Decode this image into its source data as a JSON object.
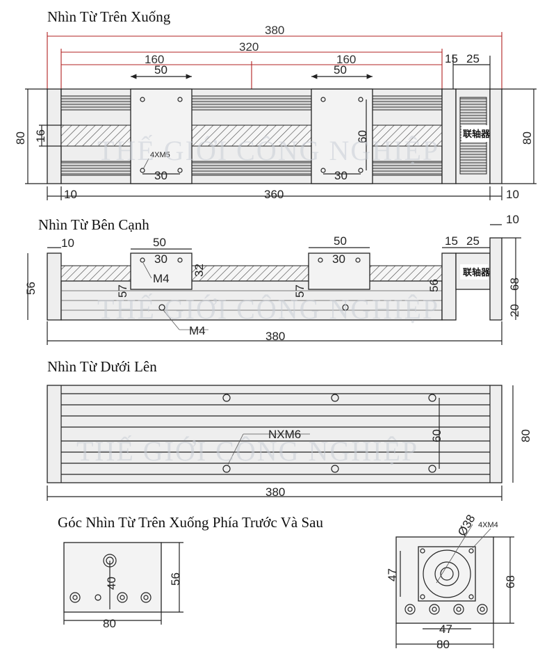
{
  "views": {
    "top": {
      "title": "Nhìn Từ Trên Xuống"
    },
    "side": {
      "title": "Nhìn Từ Bên Cạnh"
    },
    "bottom": {
      "title": "Nhìn Từ Dưới Lên"
    },
    "ends": {
      "title": "Góc Nhìn Từ Trên Xuống Phía Trước Và Sau"
    }
  },
  "watermark": "THẾ GIỚI CÔNG NGHIỆP",
  "coupling_label": "联轴器",
  "dims": {
    "d380": "380",
    "d320": "320",
    "d160": "160",
    "d50": "50",
    "d15": "15",
    "d25": "25",
    "d80": "80",
    "d16": "16",
    "d60": "60",
    "d30": "30",
    "d10": "10",
    "d360": "360",
    "d56": "56",
    "d57": "57",
    "d32": "32",
    "d68": "68",
    "d20": "20",
    "d40": "40",
    "d47": "47",
    "d38": "Ø38"
  },
  "callouts": {
    "m5": "4XM5",
    "m4": "M4",
    "m6": "NXM6",
    "m4x": "4XM4"
  }
}
